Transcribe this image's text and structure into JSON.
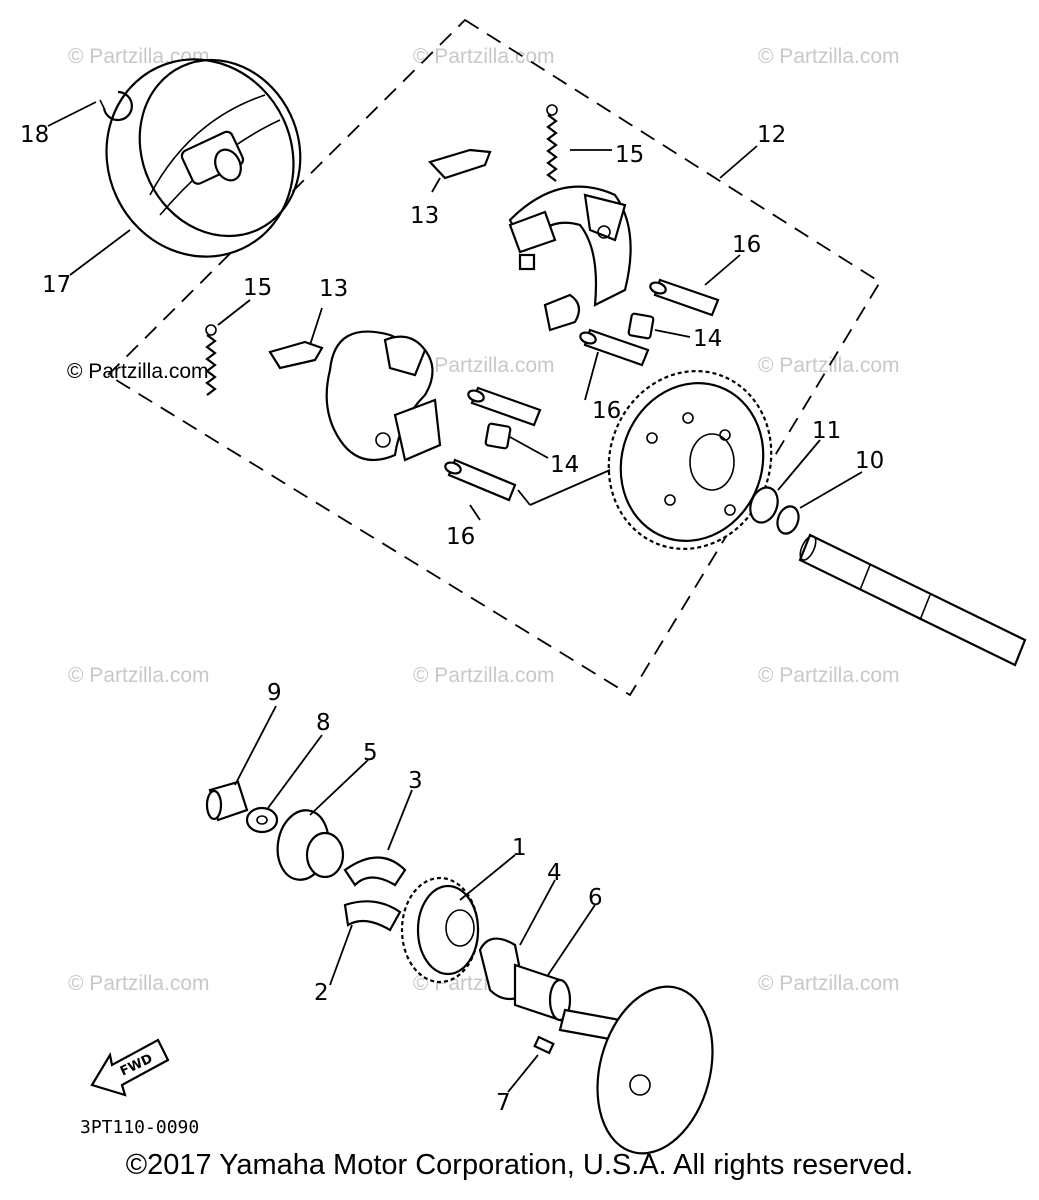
{
  "callouts": {
    "p1": "1",
    "p2": "2",
    "p3": "3",
    "p4": "4",
    "p5": "5",
    "p6": "6",
    "p7": "7",
    "p8": "8",
    "p9": "9",
    "p10": "10",
    "p11": "11",
    "p12": "12",
    "p13a": "13",
    "p13b": "13",
    "p14a": "14",
    "p14b": "14",
    "p15a": "15",
    "p15b": "15",
    "p16a": "16",
    "p16b": "16",
    "p16c": "16",
    "p17": "17",
    "p18": "18"
  },
  "watermark": "© Partzilla.com",
  "fwd_label": "FWD",
  "diagram_code": "3PT110-0090",
  "copyright": "©2017 Yamaha Motor Corporation, U.S.A. All rights reserved."
}
